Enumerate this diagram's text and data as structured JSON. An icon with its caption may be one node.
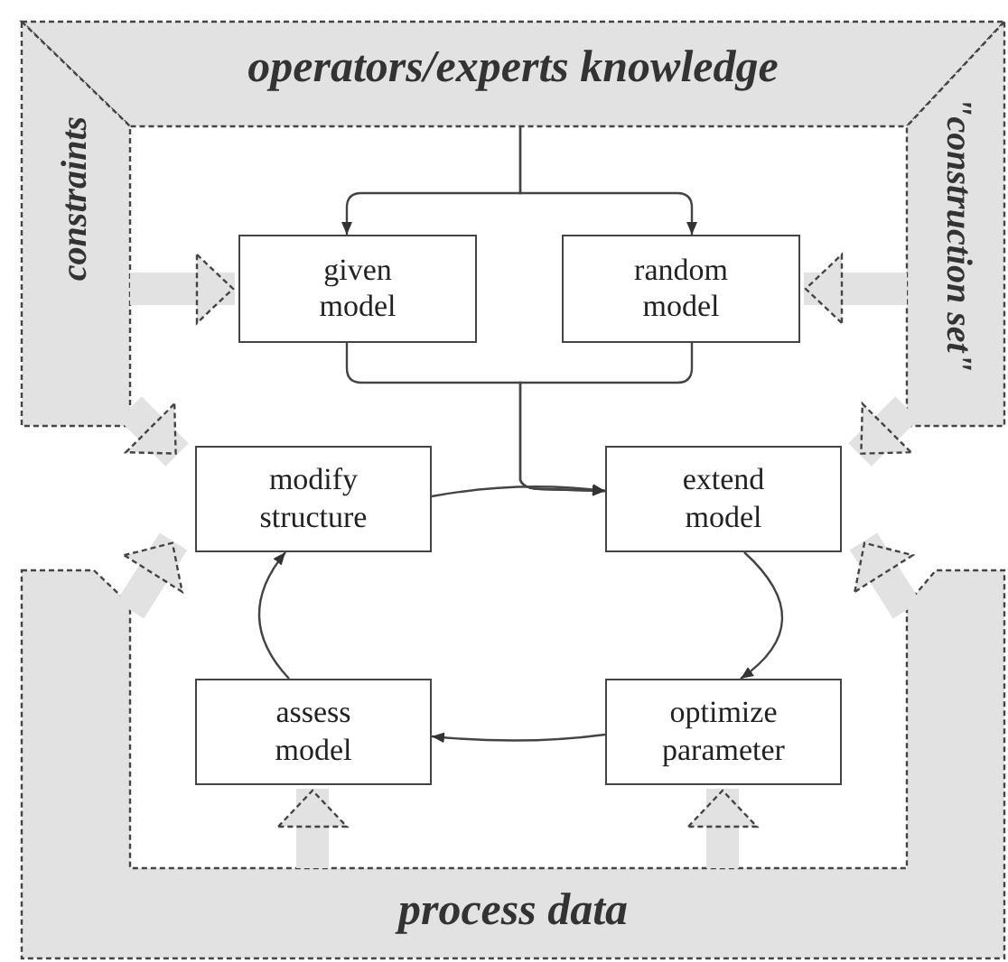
{
  "diagram": {
    "nodes": [
      {
        "text": [
          "operators/experts knowledge"
        ]
      },
      {
        "text": [
          "constraints"
        ]
      },
      {
        "text": [
          "\"construction set\""
        ]
      },
      {
        "text": [
          "process data"
        ]
      },
      {
        "text": [
          "given model"
        ]
      },
      {
        "text": [
          "random model"
        ]
      },
      {
        "text": [
          "modify structure"
        ]
      },
      {
        "text": [
          "extend model"
        ]
      },
      {
        "text": [
          "assess model"
        ]
      },
      {
        "text": [
          "optimize parameter"
        ]
      }
    ],
    "edges": [
      {
        "from": 0,
        "to": 4,
        "arrow": "to"
      },
      {
        "from": 0,
        "to": 5,
        "arrow": "to"
      },
      {
        "from": 4,
        "to": 7,
        "arrow": "to"
      },
      {
        "from": 5,
        "to": 7,
        "arrow": "to"
      },
      {
        "from": 6,
        "to": 7,
        "arrow": "to"
      },
      {
        "from": 7,
        "to": 9,
        "arrow": "to"
      },
      {
        "from": 9,
        "to": 8,
        "arrow": "to"
      },
      {
        "from": 8,
        "to": 6,
        "arrow": "to"
      },
      {
        "from": 1,
        "to": 4,
        "arrow": "to",
        "style": "thick",
        "color": "#e2e2e2"
      },
      {
        "from": 1,
        "to": 6,
        "arrow": "to",
        "style": "thick",
        "color": "#e2e2e2"
      },
      {
        "from": 2,
        "to": 5,
        "arrow": "to",
        "style": "thick",
        "color": "#e2e2e2"
      },
      {
        "from": 2,
        "to": 7,
        "arrow": "to",
        "style": "thick",
        "color": "#e2e2e2"
      },
      {
        "from": 3,
        "to": 6,
        "arrow": "to",
        "style": "thick",
        "color": "#e2e2e2"
      },
      {
        "from": 3,
        "to": 7,
        "arrow": "to",
        "style": "thick",
        "color": "#e2e2e2"
      },
      {
        "from": 3,
        "to": 8,
        "arrow": "to",
        "style": "thick",
        "color": "#e2e2e2"
      },
      {
        "from": 3,
        "to": 9,
        "arrow": "to",
        "style": "thick",
        "color": "#e2e2e2"
      }
    ]
  }
}
